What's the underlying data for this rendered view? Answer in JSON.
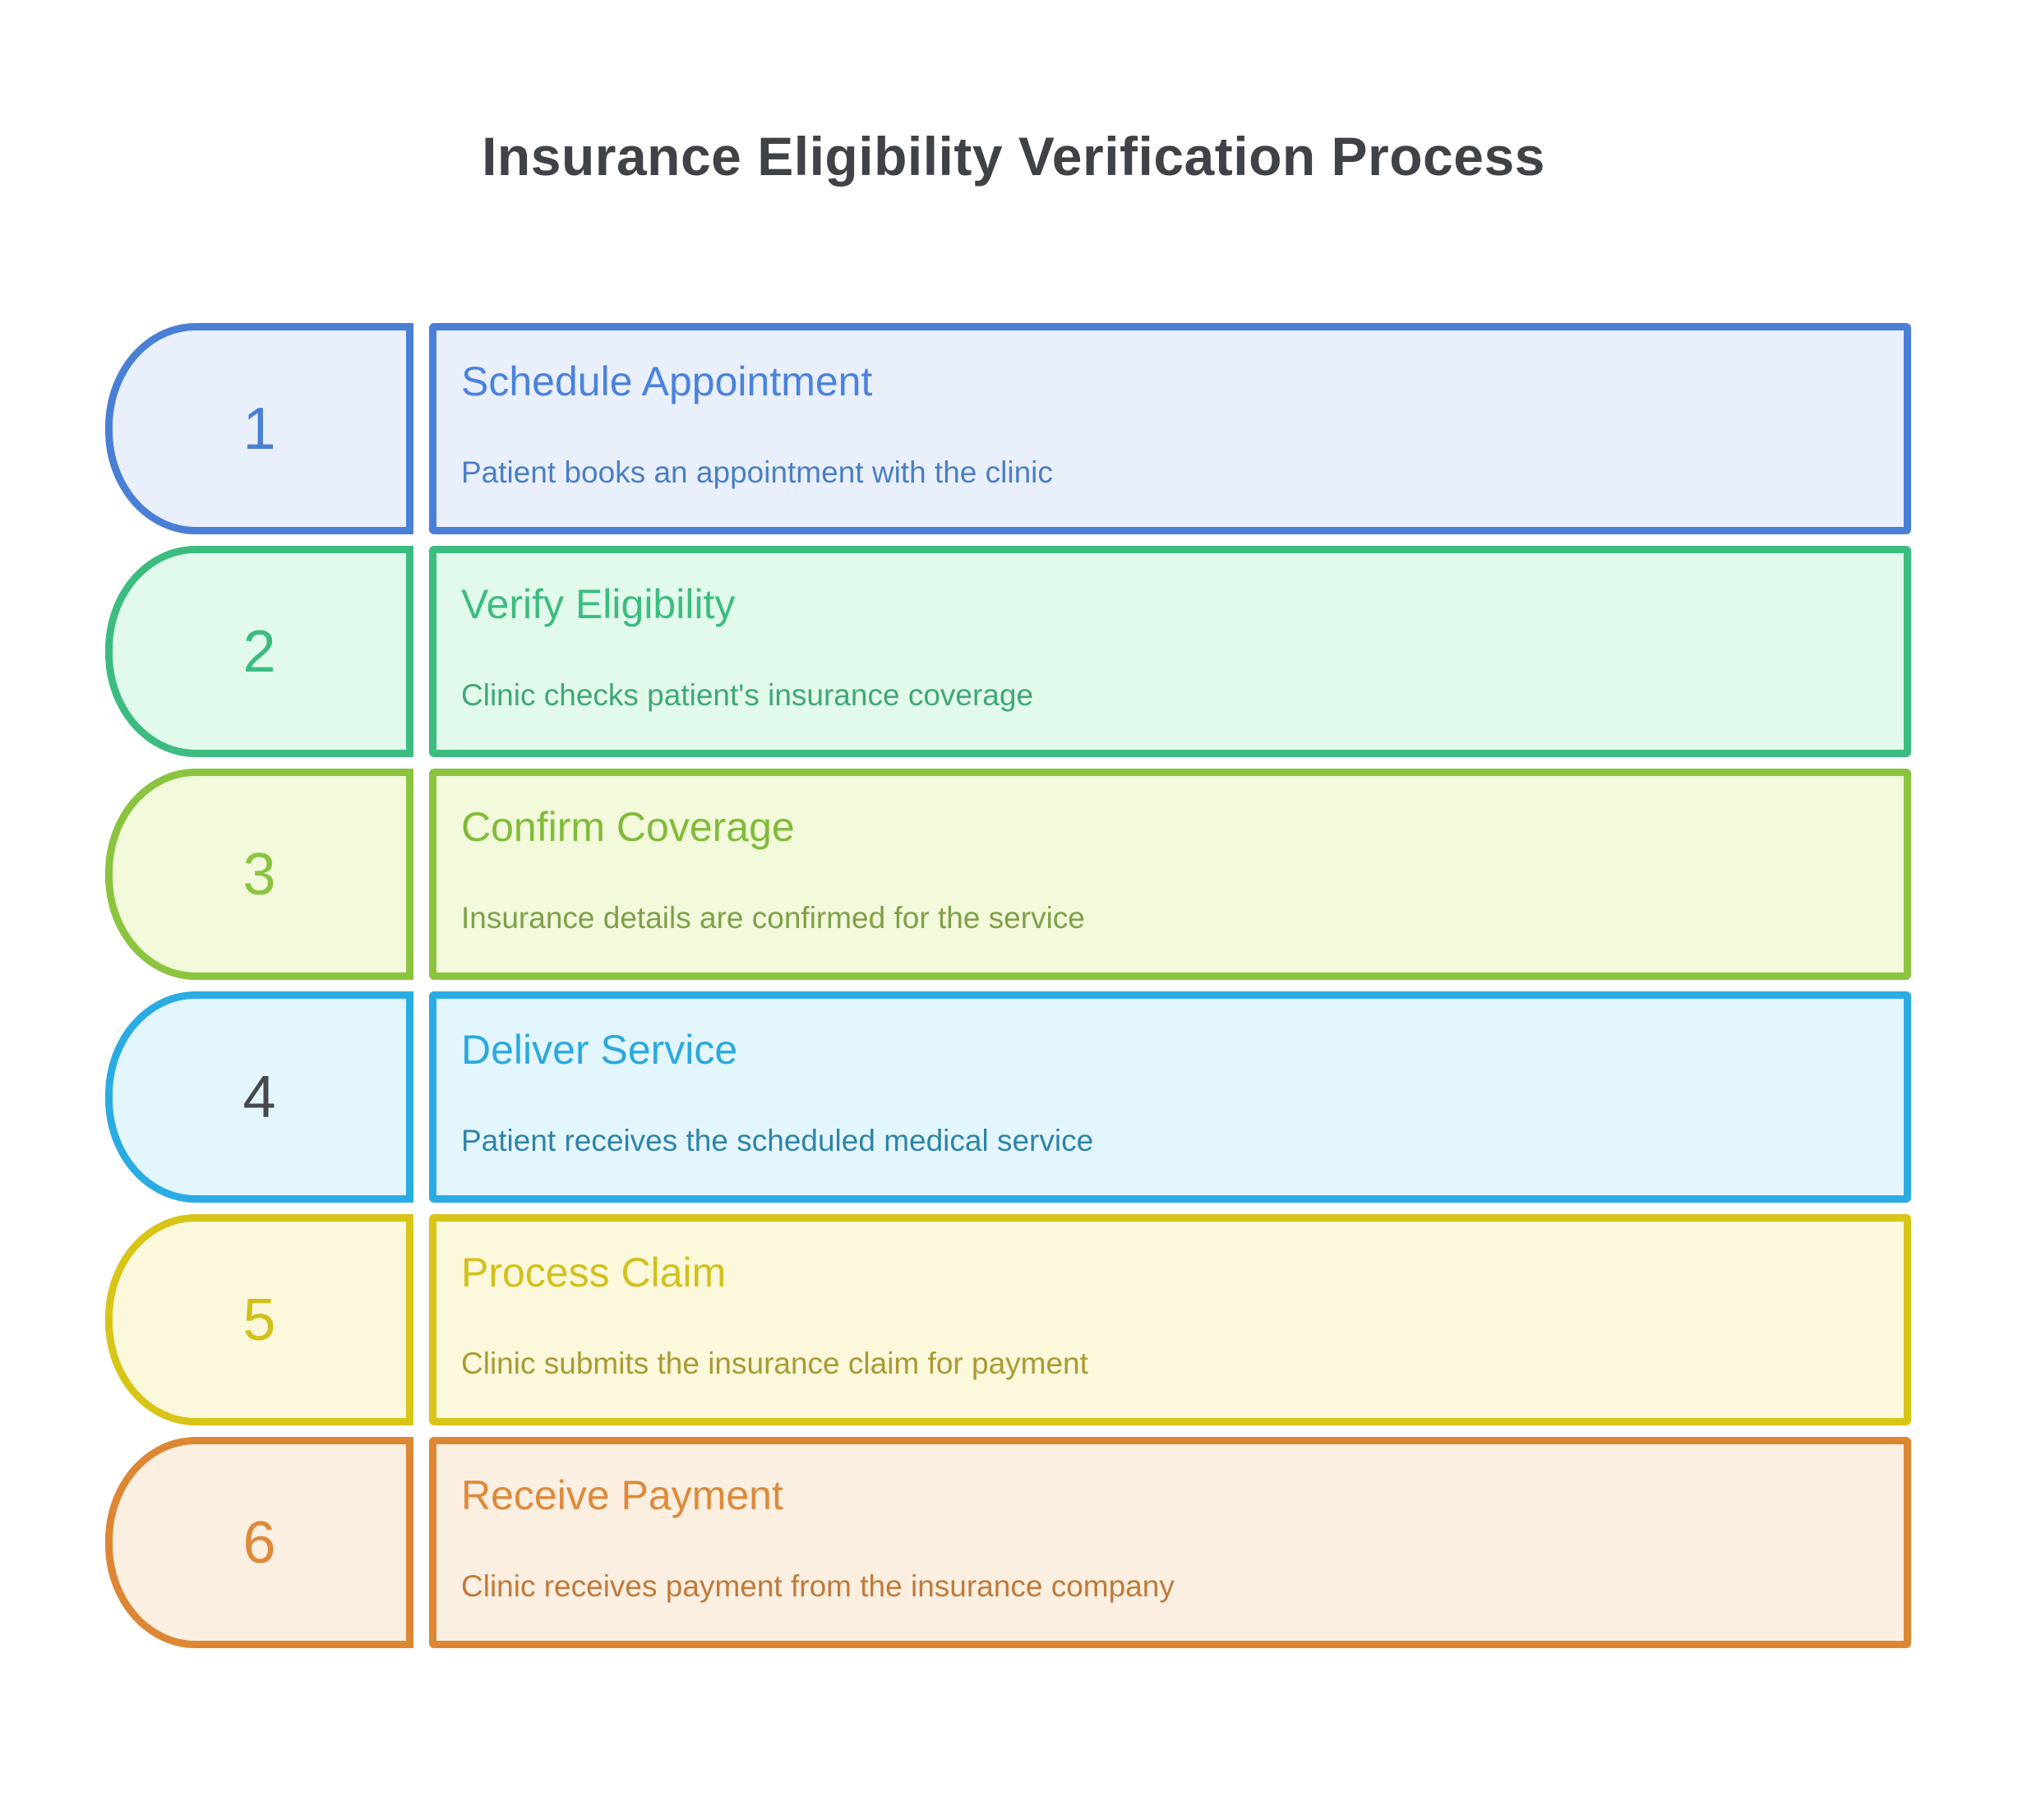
{
  "title": "Insurance Eligibility Verification Process",
  "title_color": "#3F4347",
  "steps": [
    {
      "number": "1",
      "title": "Schedule Appointment",
      "description": "Patient books an appointment with the clinic",
      "colors": {
        "border": "#4A7FD6",
        "fill": "#EAF0FB",
        "title": "#4A82DE",
        "description": "#4A7FC6",
        "number": "#4A7FD6"
      }
    },
    {
      "number": "2",
      "title": "Verify Eligibility",
      "description": "Clinic checks patient's insurance coverage",
      "colors": {
        "border": "#3CBC81",
        "fill": "#E2FAEC",
        "title": "#3CBC81",
        "description": "#3FA878",
        "number": "#3CBC81"
      }
    },
    {
      "number": "3",
      "title": "Confirm Coverage",
      "description": "Insurance details are confirmed for the service",
      "colors": {
        "border": "#8BC43F",
        "fill": "#F2FADB",
        "title": "#82BB3A",
        "description": "#7FA04A",
        "number": "#8BC43F"
      }
    },
    {
      "number": "4",
      "title": "Deliver Service",
      "description": "Patient receives the scheduled medical service",
      "colors": {
        "border": "#2AACE3",
        "fill": "#E4F6FD",
        "title": "#2AA9DF",
        "description": "#2E84A8",
        "number": "#46494C"
      }
    },
    {
      "number": "5",
      "title": "Process Claim",
      "description": "Clinic submits the insurance claim for payment",
      "colors": {
        "border": "#D7C517",
        "fill": "#FCF8DB",
        "title": "#D2C11D",
        "description": "#A89B33",
        "number": "#D2C11D"
      }
    },
    {
      "number": "6",
      "title": "Receive Payment",
      "description": "Clinic receives payment from the insurance company",
      "colors": {
        "border": "#DD8734",
        "fill": "#FBEFE1",
        "title": "#DD8A3B",
        "description": "#C07A3A",
        "number": "#DD8A3B"
      }
    }
  ]
}
